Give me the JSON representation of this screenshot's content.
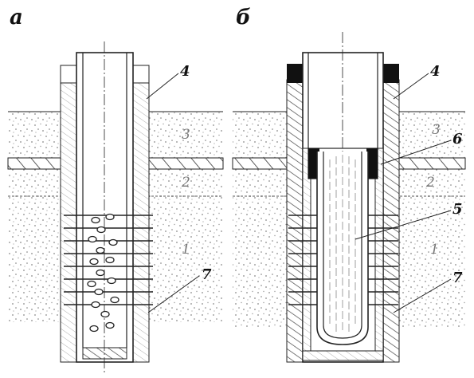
{
  "panels": [
    {
      "letter": "а",
      "callouts": [
        "4",
        "7"
      ],
      "layers": [
        "3",
        "2",
        "1"
      ]
    },
    {
      "letter": "б",
      "callouts": [
        "4",
        "6",
        "5",
        "7"
      ],
      "layers": [
        "3",
        "2",
        "1"
      ]
    }
  ],
  "colors": {
    "ink": "#1a1a1a",
    "sand_dot": "#8a8a8a",
    "hatch": "#444444",
    "seal": "#111111"
  }
}
